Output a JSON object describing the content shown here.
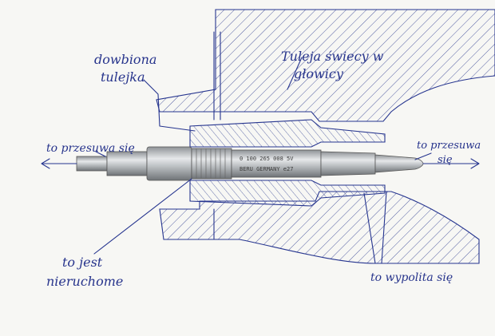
{
  "labels": {
    "sleeve_drilled_line1": "dowbiona",
    "sleeve_drilled_line2": "tulejka",
    "head_sleeve_line1": "Tuleja świecy w",
    "head_sleeve_line2": "głowicy",
    "pressure_left": "to przesuwa się",
    "pressure_right_line1": "to przesuwa",
    "pressure_right_line2": "się",
    "stationary_line1": "to jest",
    "stationary_line2": "nieruchome",
    "pushes_line": "to wypolita się"
  },
  "plug_marking": {
    "line1": "0 100 265 008   5V",
    "line2": "BERU GERMANY  e27"
  },
  "colors": {
    "ink": "#26358f",
    "paper": "#f7f7f4",
    "metal": "#b9bdc0"
  }
}
